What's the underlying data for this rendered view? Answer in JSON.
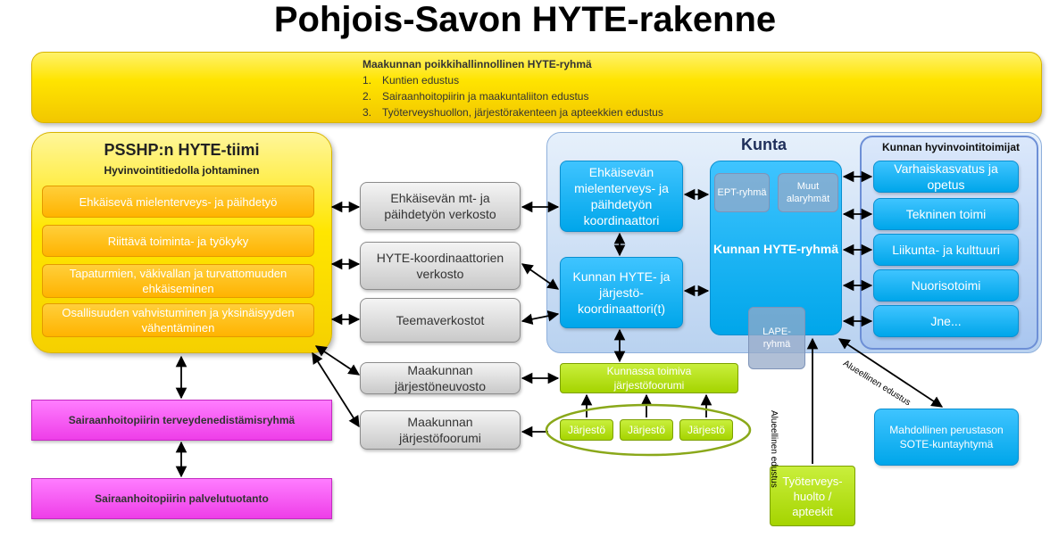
{
  "title": "Pohjois-Savon HYTE-rakenne",
  "banner": {
    "title": "Maakunnan poikkihallinnollinen HYTE-ryhmä",
    "items": [
      {
        "num": "1.",
        "text": "Kuntien edustus"
      },
      {
        "num": "2.",
        "text": "Sairaanhoitopiirin ja maakuntaliiton edustus"
      },
      {
        "num": "3.",
        "text": "Työterveyshuollon, järjestörakenteen ja apteekkien edustus"
      }
    ]
  },
  "psshp": {
    "title": "PSSHP:n HYTE-tiimi",
    "subtitle": "Hyvinvointitiedolla johtaminen",
    "items": [
      "Ehkäisevä mielenterveys- ja päihdetyö",
      "Riittävä toiminta- ja työkyky",
      "Tapaturmien, väkivallan ja turvattomuuden ehkäiseminen",
      "Osallisuuden vahvistuminen ja yksinäisyyden vähentäminen"
    ]
  },
  "networks": [
    "Ehkäisevän mt- ja päihdetyön verkosto",
    "HYTE-koordinaattorien verkosto",
    "Teemaverkostot",
    "Maakunnan järjestöneuvosto",
    "Maakunnan järjestöfoorumi"
  ],
  "kunta": {
    "title": "Kunta",
    "coordinator1": "Ehkäisevän mielenterveys- ja päihdetyön koordinaattori",
    "coordinator2": "Kunnan HYTE- ja järjestö-koordinaattori(t)",
    "hyte_group": "Kunnan HYTE-ryhmä",
    "ept": "EPT-ryhmä",
    "muut": "Muut alaryhmät",
    "lape": "LAPE-ryhmä",
    "hyv_title": "Kunnan hyvinvointitoimijat",
    "hyv_items": [
      "Varhaiskasvatus ja opetus",
      "Tekninen toimi",
      "Liikunta- ja kulttuuri",
      "Nuorisotoimi",
      "Jne..."
    ]
  },
  "forum": {
    "label": "Kunnassa toimiva järjestöfoorumi",
    "orgs": [
      "Järjestö",
      "Järjestö",
      "Järjestö"
    ]
  },
  "sairaanhoitopiiri": {
    "health_group": "Sairaanhoitopiirin terveydenedistämisryhmä",
    "services": "Sairaanhoitopiirin palvelutuotanto"
  },
  "tyoterveys": "Työterveys-huolto / apteekit",
  "sote": "Mahdollinen perustason SOTE-kuntayhtymä",
  "labels": {
    "alueellinen1": "Alueellinen edustus",
    "alueellinen2": "Alueellinen edustus"
  },
  "colors": {
    "yellow": "#ffe400",
    "orange": "#ffb300",
    "blue": "#00a6ea",
    "green": "#a5d400",
    "magenta": "#ee3ee8",
    "gray": "#c9c9c9"
  }
}
